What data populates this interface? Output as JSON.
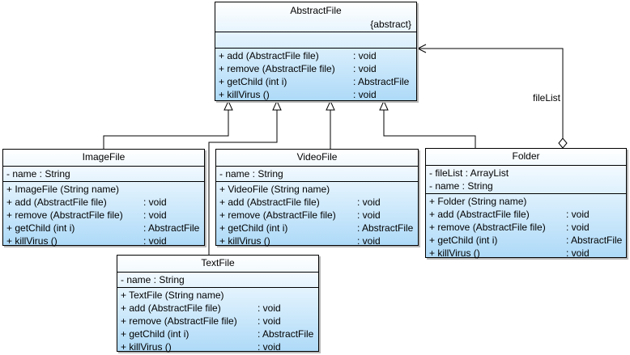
{
  "classes": {
    "abstractfile": {
      "name": "AbstractFile",
      "stereotype": "{abstract}",
      "attributes": [],
      "operations": [
        {
          "sig": "+  add (AbstractFile file)",
          "ret": ": void"
        },
        {
          "sig": "+  remove (AbstractFile file)",
          "ret": ": void"
        },
        {
          "sig": "+  getChild (int i)",
          "ret": ": AbstractFile"
        },
        {
          "sig": "+  killVirus ()",
          "ret": ": void"
        }
      ]
    },
    "imagefile": {
      "name": "ImageFile",
      "attributes": [
        {
          "sig": "-  name  : String",
          "ret": ""
        }
      ],
      "operations": [
        {
          "sig": "+  ImageFile (String name)",
          "ret": ""
        },
        {
          "sig": "+  add (AbstractFile file)",
          "ret": ": void"
        },
        {
          "sig": "+  remove (AbstractFile file)",
          "ret": ": void"
        },
        {
          "sig": "+  getChild (int i)",
          "ret": ": AbstractFile"
        },
        {
          "sig": "+  killVirus ()",
          "ret": ": void"
        }
      ]
    },
    "videofile": {
      "name": "VideoFile",
      "attributes": [
        {
          "sig": "-  name  : String",
          "ret": ""
        }
      ],
      "operations": [
        {
          "sig": "+  VideoFile (String name)",
          "ret": ""
        },
        {
          "sig": "+  add (AbstractFile file)",
          "ret": ": void"
        },
        {
          "sig": "+  remove (AbstractFile file)",
          "ret": ": void"
        },
        {
          "sig": "+  getChild (int i)",
          "ret": ": AbstractFile"
        },
        {
          "sig": "+  killVirus ()",
          "ret": ": void"
        }
      ]
    },
    "folder": {
      "name": "Folder",
      "attributes": [
        {
          "sig": "-  fileList  : ArrayList",
          "ret": ""
        },
        {
          "sig": "-  name    : String",
          "ret": ""
        }
      ],
      "operations": [
        {
          "sig": "+  Folder (String name)",
          "ret": ""
        },
        {
          "sig": "+  add (AbstractFile file)",
          "ret": ": void"
        },
        {
          "sig": "+  remove (AbstractFile file)",
          "ret": ": void"
        },
        {
          "sig": "+  getChild (int i)",
          "ret": ": AbstractFile"
        },
        {
          "sig": "+  killVirus ()",
          "ret": ": void"
        }
      ]
    },
    "textfile": {
      "name": "TextFile",
      "attributes": [
        {
          "sig": "-  name  : String",
          "ret": ""
        }
      ],
      "operations": [
        {
          "sig": "+  TextFile (String name)",
          "ret": ""
        },
        {
          "sig": "+  add (AbstractFile file)",
          "ret": ": void"
        },
        {
          "sig": "+  remove (AbstractFile file)",
          "ret": ": void"
        },
        {
          "sig": "+  getChild (int i)",
          "ret": ": AbstractFile"
        },
        {
          "sig": "+  killVirus ()",
          "ret": ": void"
        }
      ]
    }
  },
  "association": {
    "label": "fileList"
  },
  "colors": {
    "box_top": "#ffffff",
    "box_bottom": "#aedaf8",
    "line": "#000000"
  }
}
